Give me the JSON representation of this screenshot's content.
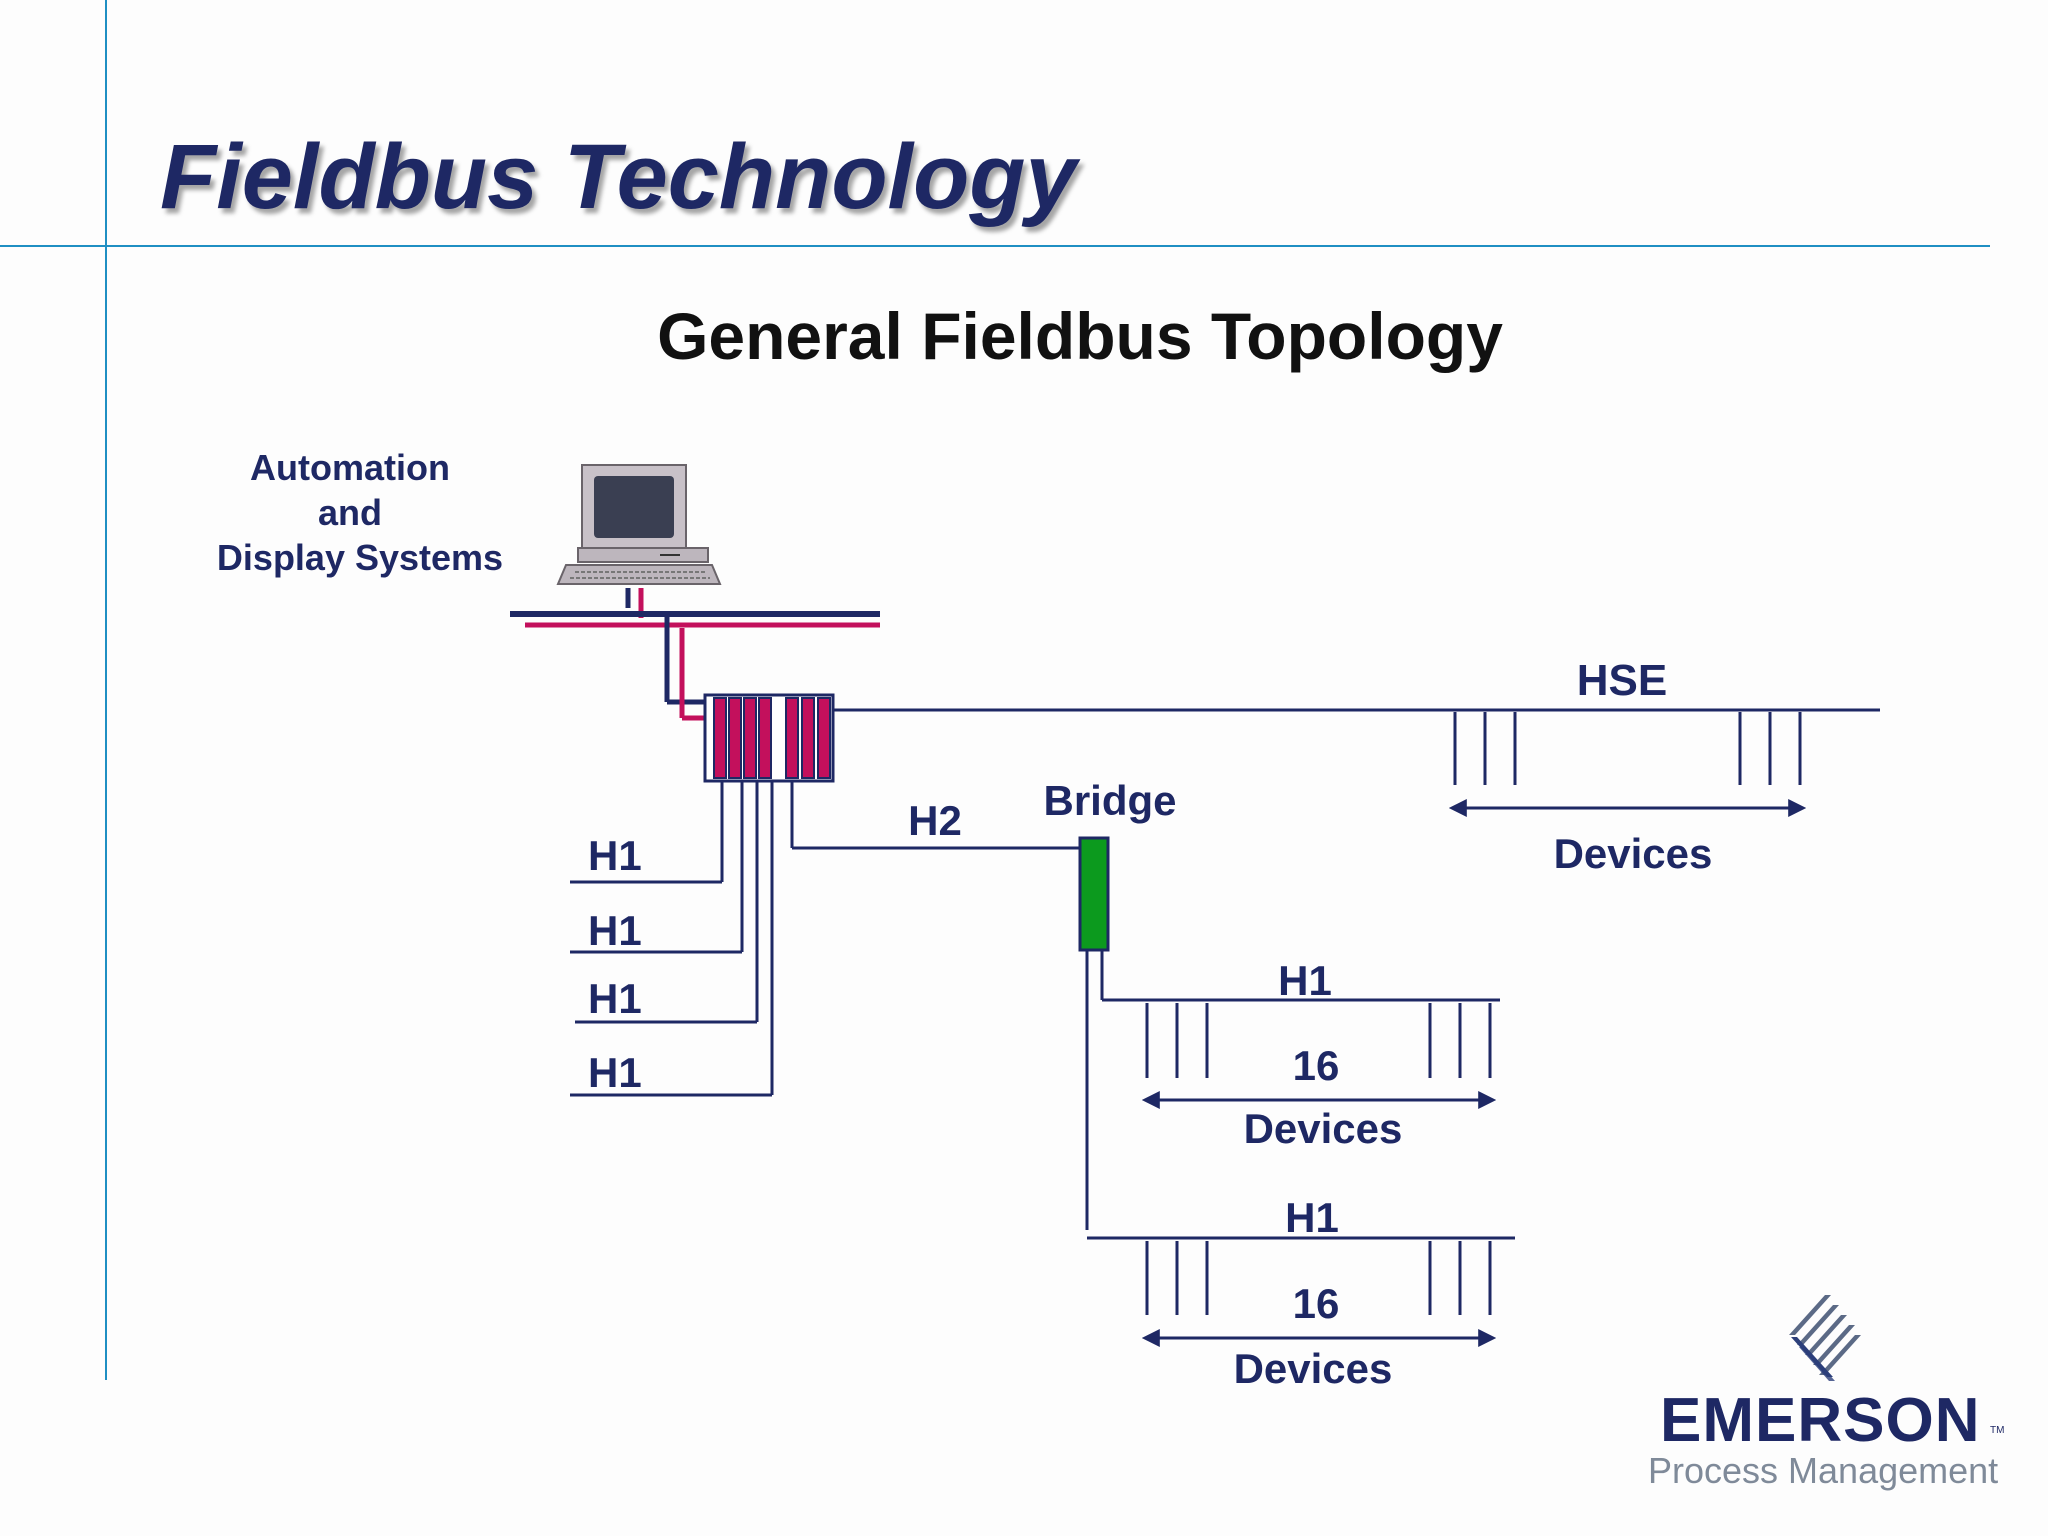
{
  "slide": {
    "title": "Fieldbus Technology",
    "subtitle": "General Fieldbus Topology"
  },
  "diagram": {
    "host_label_lines": [
      "Automation",
      "and",
      "Display Systems"
    ],
    "host_icon": "computer-icon",
    "hse_label": "HSE",
    "hse_devices_label": "Devices",
    "h2_label": "H2",
    "bridge_label": "Bridge",
    "h1_segments": [
      "H1",
      "H1",
      "H1",
      "H1"
    ],
    "bridged_segments": [
      {
        "label": "H1",
        "count": "16",
        "devices": "Devices"
      },
      {
        "label": "H1",
        "count": "16",
        "devices": "Devices"
      }
    ],
    "colors": {
      "navy": "#1e2864",
      "magenta": "#c3105c",
      "bridge_green": "#0c9a1e",
      "accent_blue": "#1f8fc3"
    }
  },
  "logo": {
    "brand": "EMERSON",
    "tm": "TM",
    "tagline": "Process Management",
    "icon": "emerson-logo-icon"
  }
}
